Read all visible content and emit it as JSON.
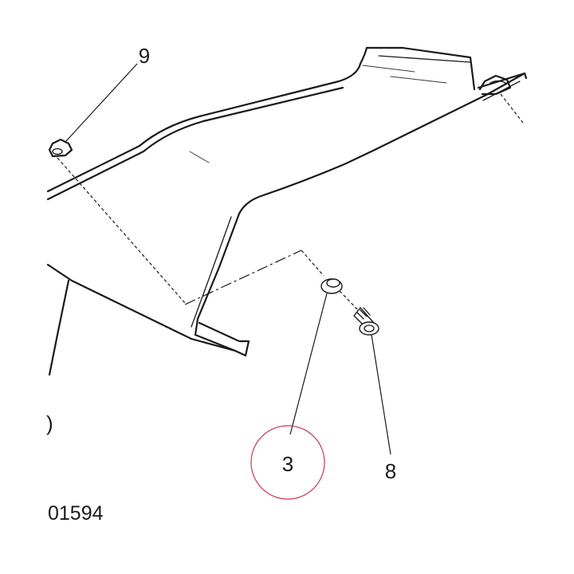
{
  "callouts": [
    {
      "label": "9"
    },
    {
      "label": "3",
      "highlighted": true
    },
    {
      "label": "8"
    },
    {
      "label": ")"
    }
  ],
  "figure_number": "01594",
  "colors": {
    "line": "#1a1a1a",
    "highlight_circle": "#c03a4a",
    "background": "#ffffff"
  }
}
